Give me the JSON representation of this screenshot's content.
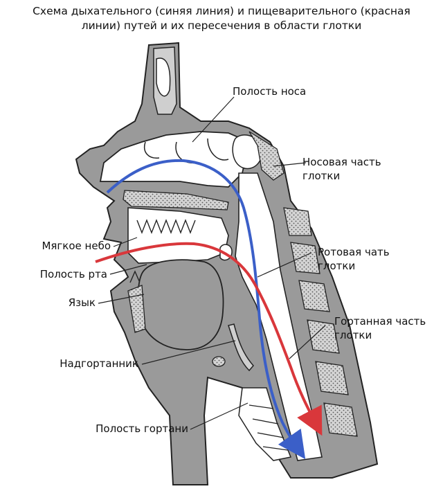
{
  "title": {
    "line1": "Схема дыхательного (синяя линия) и пищеварительного (красная",
    "line2": "линии) путей и их пересечения в области глотки"
  },
  "labels": {
    "nasal_cavity": "Полость носа",
    "nasopharynx_1": "Носовая часть",
    "nasopharynx_2": "глотки",
    "soft_palate": "Мягкое небо",
    "oropharynx_1": "Ротовая чать",
    "oropharynx_2": "глотки",
    "oral_cavity": "Полость рта",
    "tongue": "Язык",
    "laryngopharynx_1": "Гортанная часть",
    "laryngopharynx_2": "глотки",
    "epiglottis": "Надгортанник",
    "larynx_cavity": "Полость гортани"
  },
  "colors": {
    "respiratory_path": "#3b5fc8",
    "digestive_path": "#d9373b",
    "tissue": "#9a9a9a",
    "bone": "#cfcfcf",
    "outline": "#222222"
  }
}
